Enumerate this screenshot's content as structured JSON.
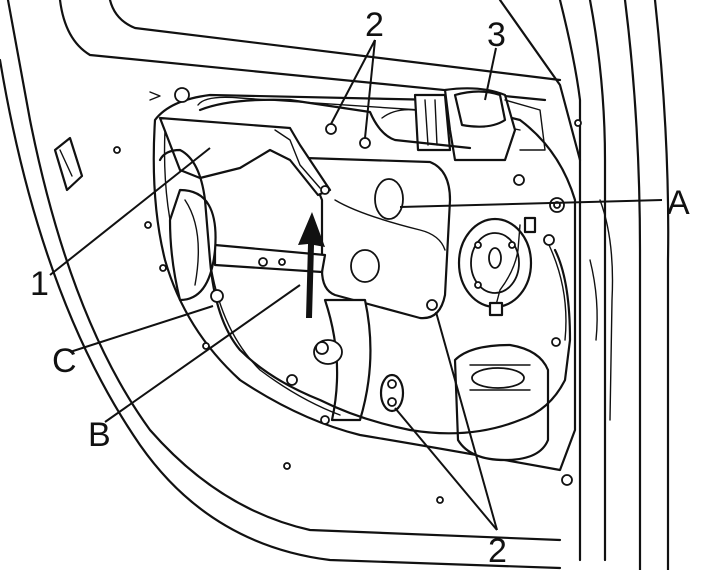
{
  "callouts": {
    "label_1": "1",
    "label_2_top": "2",
    "label_2_bottom": "2",
    "label_3": "3",
    "label_A": "A",
    "label_B": "B",
    "label_C": "C"
  }
}
